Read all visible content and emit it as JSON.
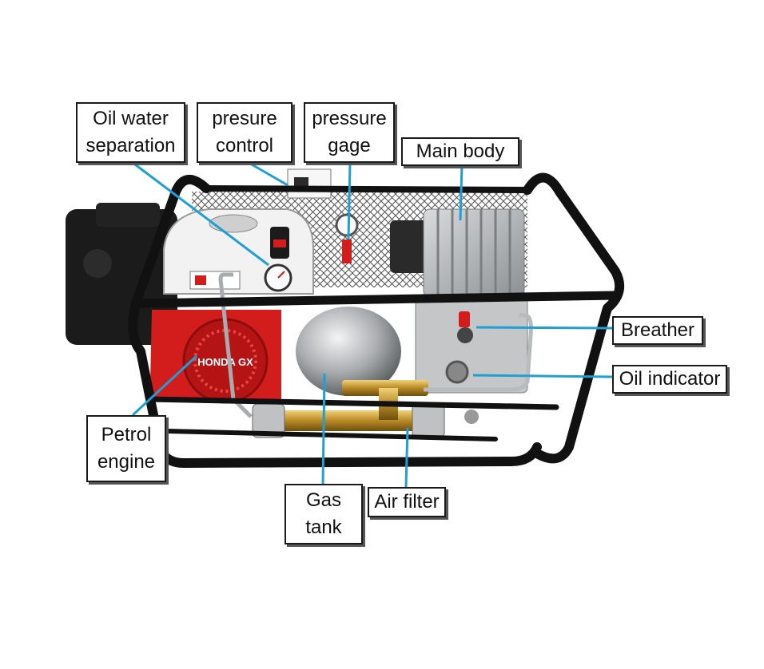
{
  "labels": {
    "oil_water": [
      "Oil water",
      "separation"
    ],
    "pressure_control": [
      "presure",
      "control"
    ],
    "pressure_gage": [
      "pressure",
      "gage"
    ],
    "main_body": "Main body",
    "breather": "Breather",
    "oil_indicator": "Oil indicator",
    "petrol_engine": [
      "Petrol",
      "engine"
    ],
    "gas_tank": [
      "Gas",
      "tank"
    ],
    "air_filter": "Air filter"
  },
  "engine_badge": "HONDA GX",
  "colors": {
    "leader": "#1f9fd6",
    "frame": "#111111",
    "engine_red": "#d31c1c",
    "engine_black": "#1b1b1b",
    "fuel_tank": "#f2f2f2",
    "steel": "#b9bcbf",
    "brass": "#c9a13b"
  }
}
